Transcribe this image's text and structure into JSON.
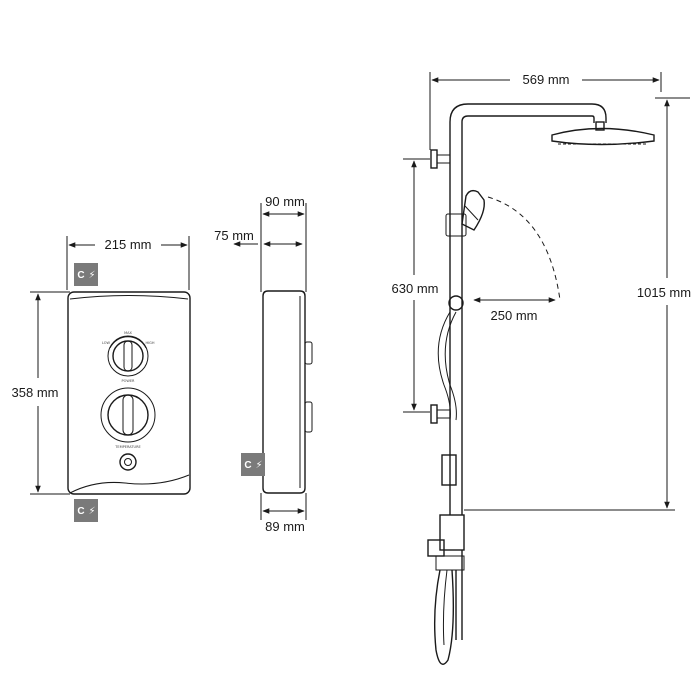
{
  "dimensions": {
    "unit_width": "215 mm",
    "unit_height": "358 mm",
    "side_depth_top": "90 mm",
    "side_depth_inner": "75 mm",
    "side_depth_bottom": "89 mm",
    "riser_width": "569 mm",
    "rail_height": "630 mm",
    "handset_reach": "250 mm",
    "total_height": "1015 mm"
  },
  "badges": {
    "entry_symbol": "C",
    "bolt_symbol": "⚡"
  },
  "colors": {
    "line": "#1a1a1a",
    "badge_bg": "#7a7a7a",
    "panel_fill": "#ffffff"
  }
}
